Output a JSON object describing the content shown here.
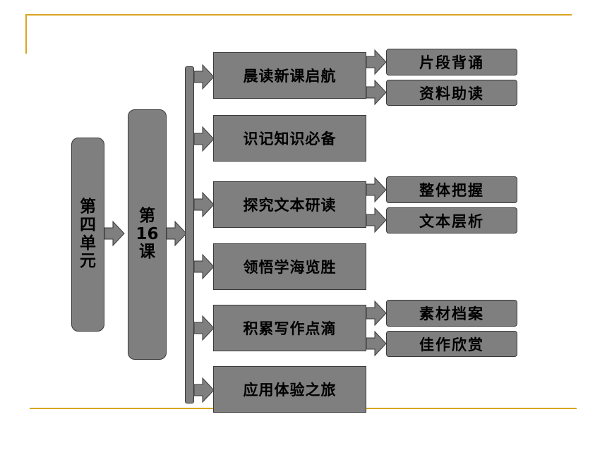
{
  "unit": [
    "第",
    "四",
    "单",
    "元"
  ],
  "lesson": [
    "第",
    "16",
    "课"
  ],
  "sections": [
    {
      "label": "晨读新课启航",
      "children": [
        "片段背诵",
        "资料助读"
      ]
    },
    {
      "label": "识记知识必备",
      "children": []
    },
    {
      "label": "探究文本研读",
      "children": [
        "整体把握",
        "文本层析"
      ]
    },
    {
      "label": "领悟学海览胜",
      "children": []
    },
    {
      "label": "积累写作点滴",
      "children": [
        "素材档案",
        "佳作欣赏"
      ]
    },
    {
      "label": "应用体验之旅",
      "children": []
    }
  ],
  "colors": {
    "box_fill": "#7f7f7f",
    "box_border": "#3a3a3a",
    "accent_rule": "#d9a520"
  }
}
